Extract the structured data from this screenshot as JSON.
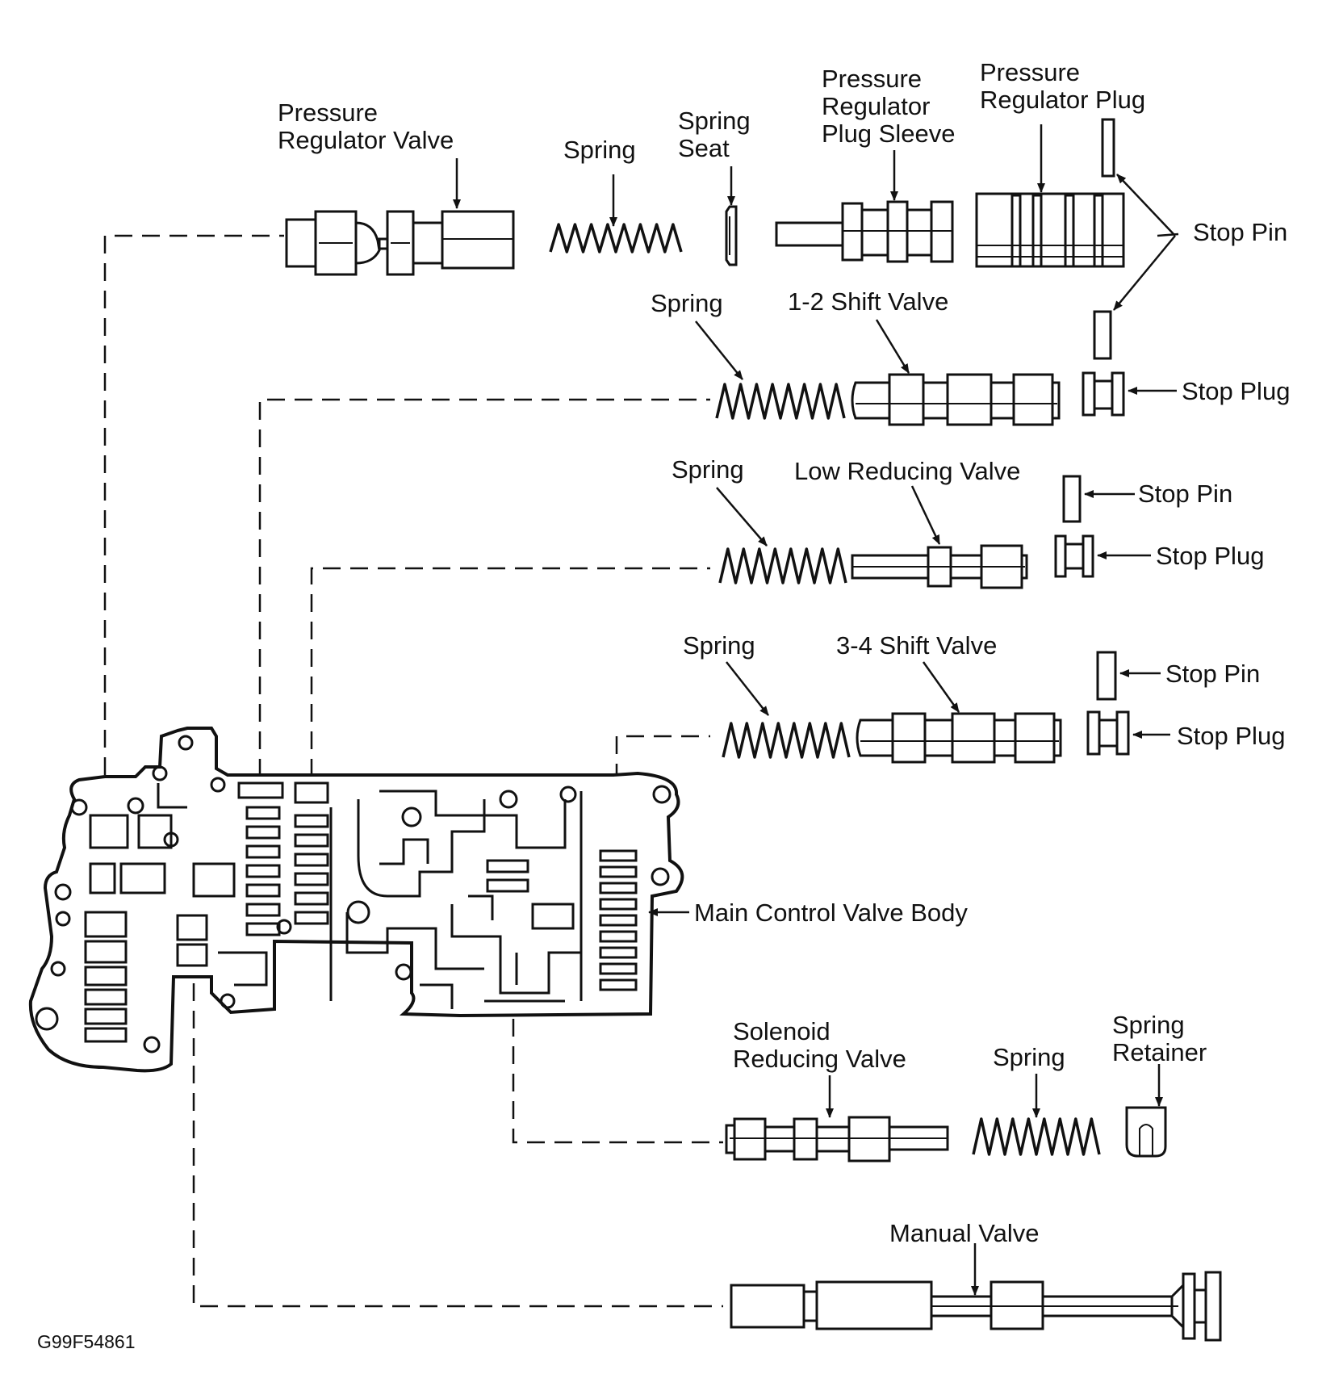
{
  "labels": {
    "pressure_regulator_valve": [
      "Pressure",
      "Regulator Valve"
    ],
    "spring_top": "Spring",
    "spring_seat": [
      "Spring",
      "Seat"
    ],
    "plug_sleeve": [
      "Pressure",
      "Regulator",
      "Plug Sleeve"
    ],
    "regulator_plug": [
      "Pressure",
      "Regulator Plug"
    ],
    "stop_pin_top": "Stop Pin",
    "spring_12": "Spring",
    "shift_valve_12": "1-2  Shift Valve",
    "stop_plug_12": "Stop Plug",
    "spring_low": "Spring",
    "low_reducing_valve": "Low Reducing Valve",
    "stop_pin_low": "Stop Pin",
    "stop_plug_low": "Stop Plug",
    "spring_34": "Spring",
    "shift_valve_34": "3-4 Shift Valve",
    "stop_pin_34": "Stop Pin",
    "stop_plug_34": "Stop Plug",
    "main_body": "Main Control Valve Body",
    "solenoid_reducing_valve": [
      "Solenoid",
      "Reducing Valve"
    ],
    "spring_solenoid": "Spring",
    "spring_retainer": [
      "Spring",
      "Retainer"
    ],
    "manual_valve": "Manual Valve"
  },
  "figure_code": "G99F54861"
}
